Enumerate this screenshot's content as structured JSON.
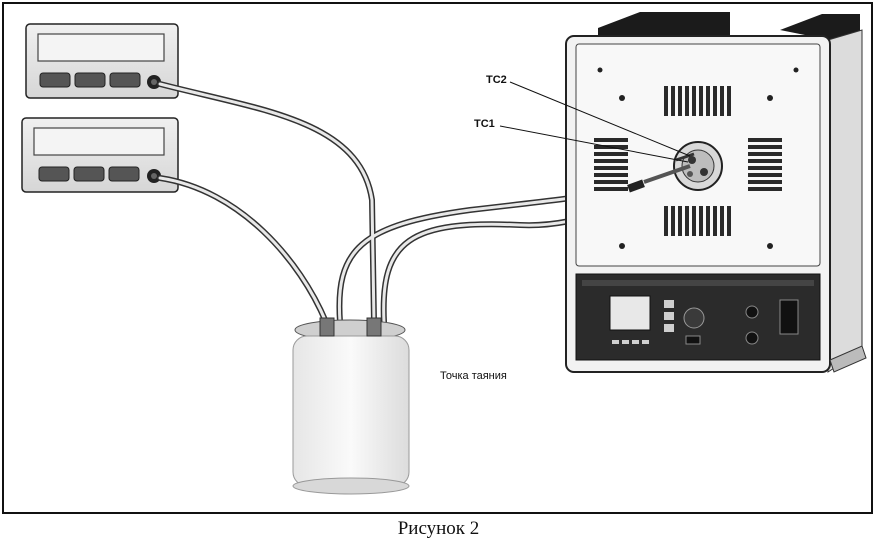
{
  "figure": {
    "caption": "Рисунок 2",
    "labels": {
      "tc2": "TC2",
      "tc1": "TC1",
      "melting_point": "Точка таяния"
    }
  },
  "meters": [
    {
      "name": "meter-top"
    },
    {
      "name": "meter-bottom"
    }
  ],
  "colors": {
    "device_panel": "#2b2b2b",
    "housing": "#f2f2f2",
    "outline": "#111111"
  }
}
